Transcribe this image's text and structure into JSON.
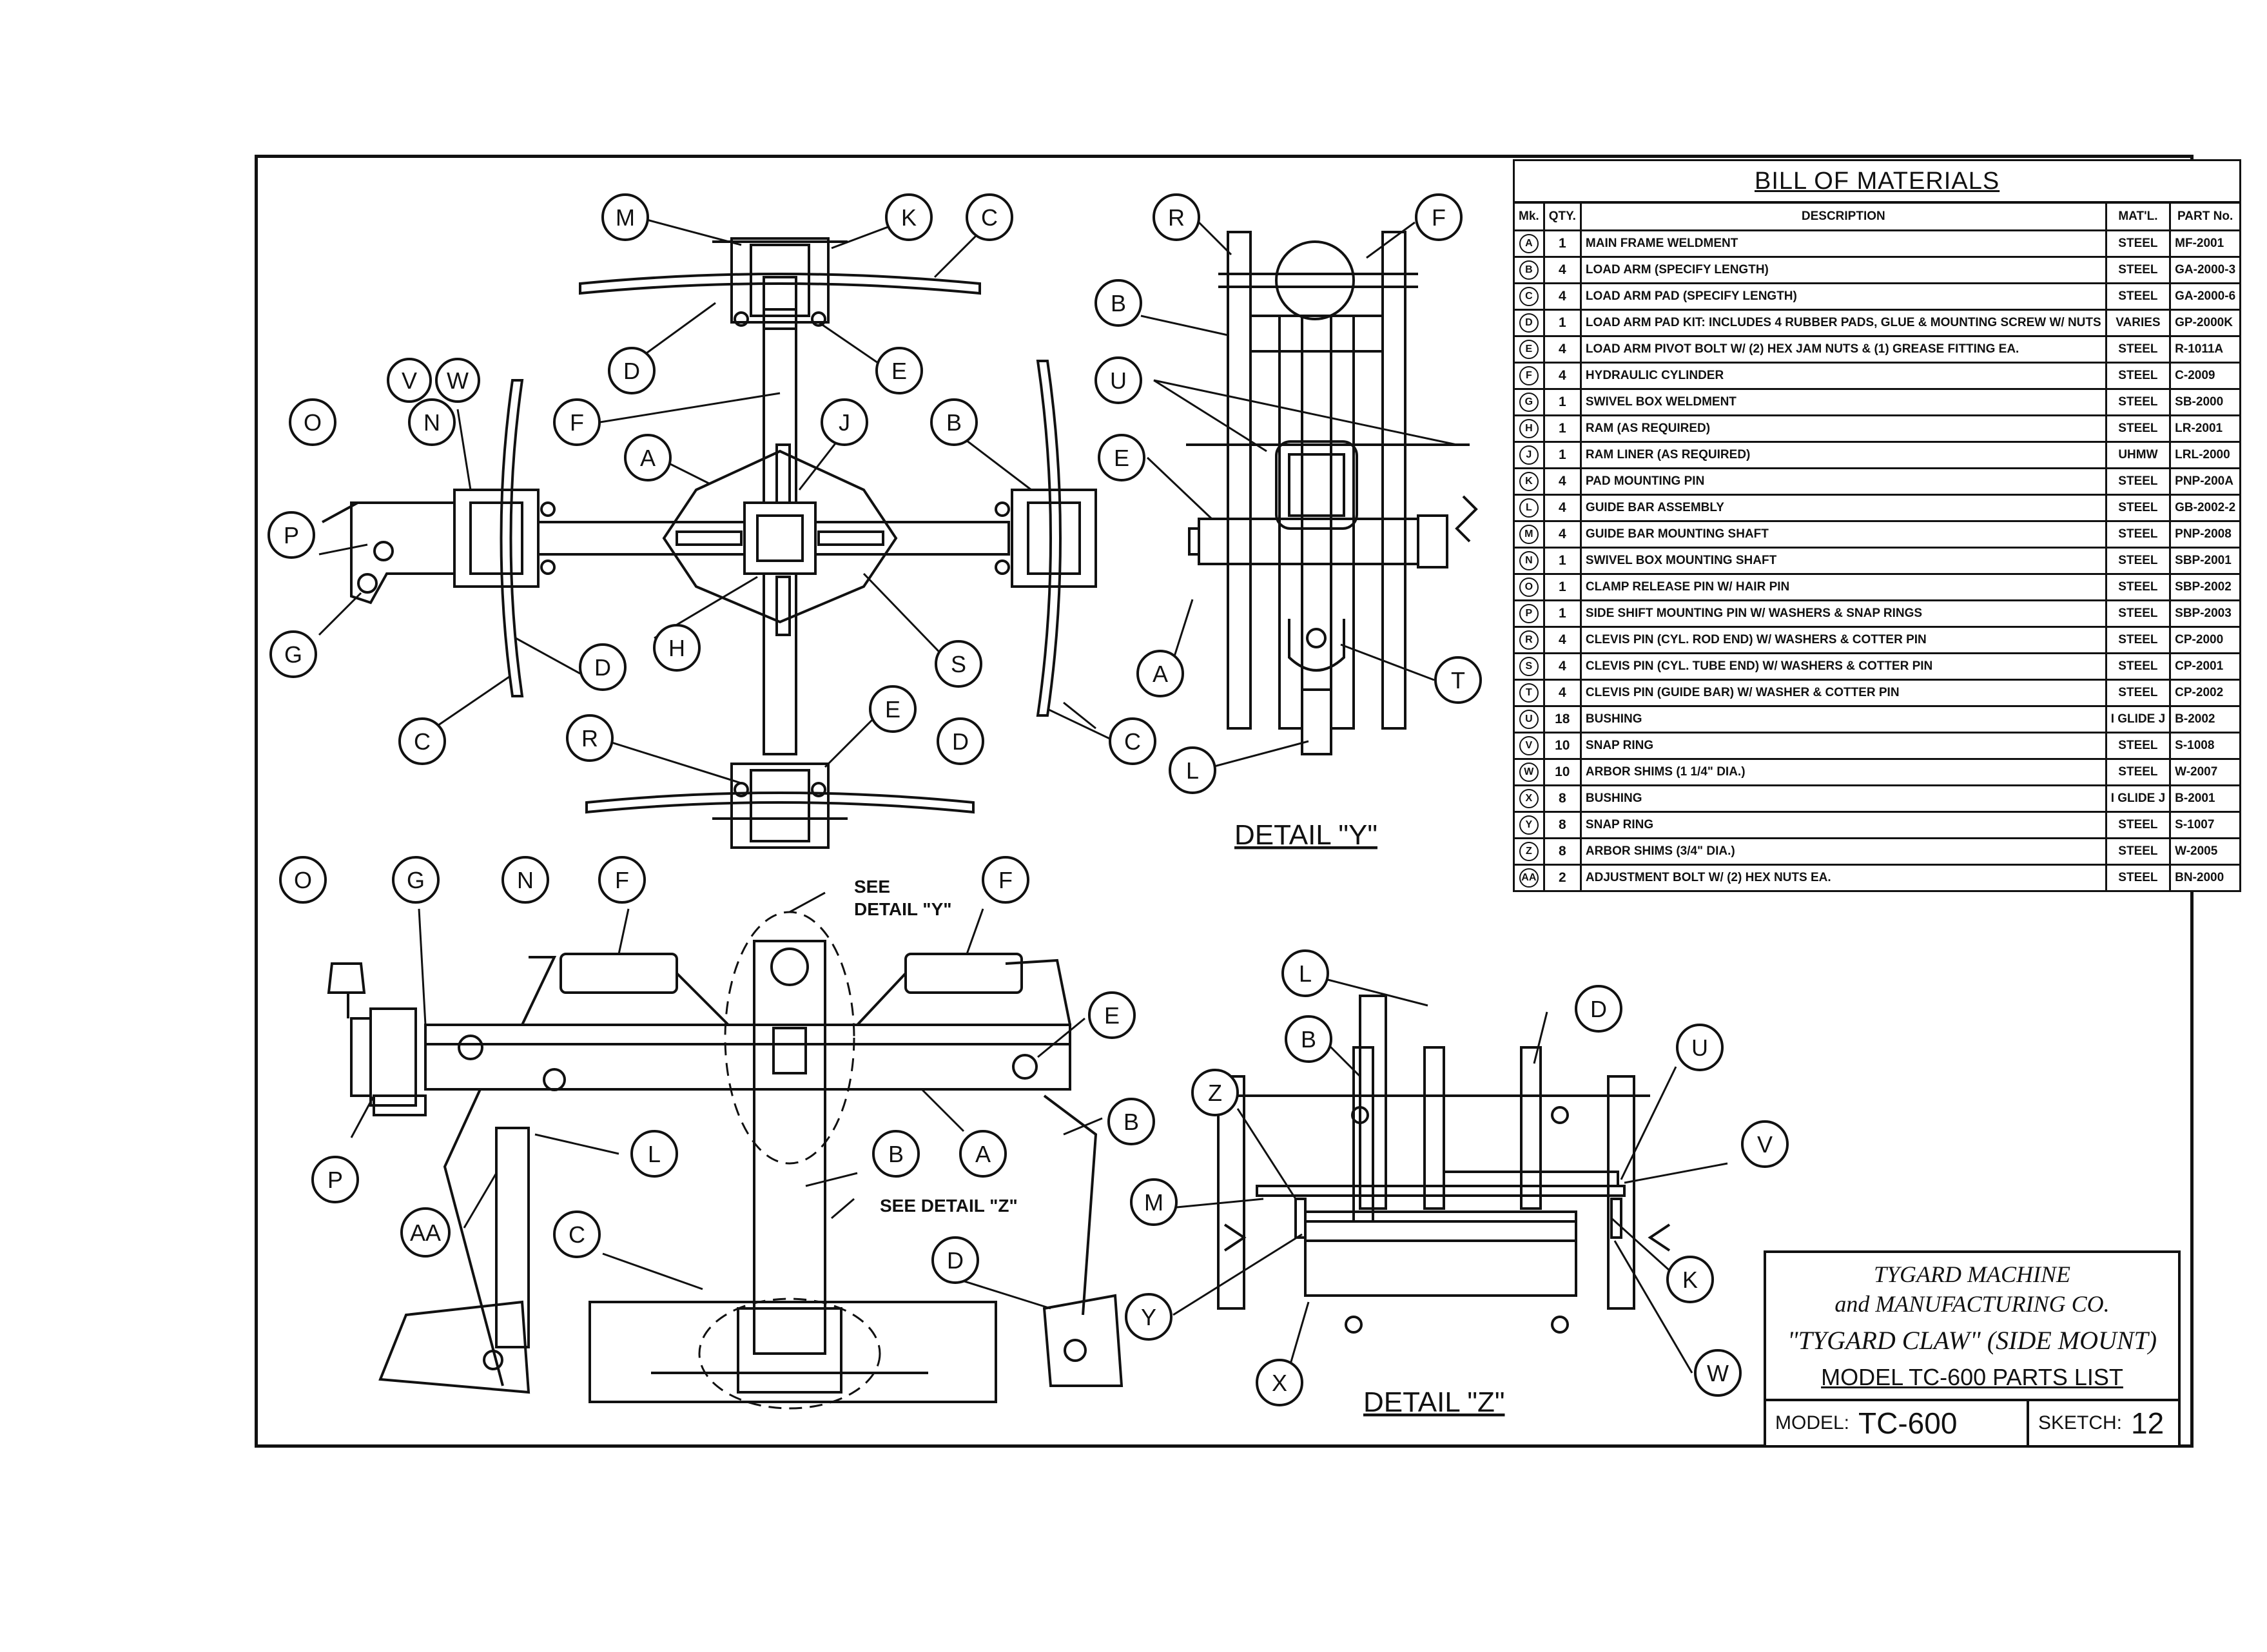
{
  "bom": {
    "title": "BILL OF MATERIALS",
    "columns": [
      "Mk.",
      "QTY.",
      "DESCRIPTION",
      "MAT'L.",
      "PART No."
    ],
    "rows": [
      {
        "mk": "A",
        "qty": "1",
        "desc": "MAIN FRAME WELDMENT",
        "mat": "STEEL",
        "part": "MF-2001"
      },
      {
        "mk": "B",
        "qty": "4",
        "desc": "LOAD ARM          (SPECIFY LENGTH)",
        "mat": "STEEL",
        "part": "GA-2000-3"
      },
      {
        "mk": "C",
        "qty": "4",
        "desc": "LOAD ARM PAD      (SPECIFY LENGTH)",
        "mat": "STEEL",
        "part": "GA-2000-6"
      },
      {
        "mk": "D",
        "qty": "1",
        "desc": "LOAD ARM PAD KIT: INCLUDES 4 RUBBER PADS, GLUE & MOUNTING SCREW w/ NUTS",
        "mat": "VARIES",
        "part": "GP-2000K"
      },
      {
        "mk": "E",
        "qty": "4",
        "desc": "LOAD ARM PIVOT BOLT w/ (2) HEX JAM NUTS & (1) GREASE FITTING EA.",
        "mat": "STEEL",
        "part": "R-1011A"
      },
      {
        "mk": "F",
        "qty": "4",
        "desc": "HYDRAULIC CYLINDER",
        "mat": "STEEL",
        "part": "C-2009"
      },
      {
        "mk": "G",
        "qty": "1",
        "desc": "SWIVEL BOX WELDMENT",
        "mat": "STEEL",
        "part": "SB-2000"
      },
      {
        "mk": "H",
        "qty": "1",
        "desc": "RAM               (AS REQUIRED)",
        "mat": "STEEL",
        "part": "LR-2001"
      },
      {
        "mk": "J",
        "qty": "1",
        "desc": "RAM LINER         (AS REQUIRED)",
        "mat": "UHMW",
        "part": "LRL-2000"
      },
      {
        "mk": "K",
        "qty": "4",
        "desc": "PAD MOUNTING PIN",
        "mat": "STEEL",
        "part": "PNP-200A"
      },
      {
        "mk": "L",
        "qty": "4",
        "desc": "GUIDE BAR ASSEMBLY",
        "mat": "STEEL",
        "part": "GB-2002-2"
      },
      {
        "mk": "M",
        "qty": "4",
        "desc": "GUIDE BAR MOUNTING SHAFT",
        "mat": "STEEL",
        "part": "PNP-2008"
      },
      {
        "mk": "N",
        "qty": "1",
        "desc": "SWIVEL BOX MOUNTING SHAFT",
        "mat": "STEEL",
        "part": "SBP-2001"
      },
      {
        "mk": "O",
        "qty": "1",
        "desc": "CLAMP RELEASE PIN w/ HAIR PIN",
        "mat": "STEEL",
        "part": "SBP-2002"
      },
      {
        "mk": "P",
        "qty": "1",
        "desc": "SIDE SHIFT MOUNTING PIN w/ WASHERS & SNAP RINGS",
        "mat": "STEEL",
        "part": "SBP-2003"
      },
      {
        "mk": "R",
        "qty": "4",
        "desc": "CLEVIS PIN (CYL. ROD END) w/ WASHERS & COTTER PIN",
        "mat": "STEEL",
        "part": "CP-2000"
      },
      {
        "mk": "S",
        "qty": "4",
        "desc": "CLEVIS PIN (CYL. TUBE END) w/ WASHERS & COTTER PIN",
        "mat": "STEEL",
        "part": "CP-2001"
      },
      {
        "mk": "T",
        "qty": "4",
        "desc": "CLEVIS PIN (GUIDE BAR) w/ WASHER & COTTER PIN",
        "mat": "STEEL",
        "part": "CP-2002"
      },
      {
        "mk": "U",
        "qty": "18",
        "desc": "BUSHING",
        "mat": "I GLIDE J",
        "part": "B-2002"
      },
      {
        "mk": "V",
        "qty": "10",
        "desc": "SNAP RING",
        "mat": "STEEL",
        "part": "S-1008"
      },
      {
        "mk": "W",
        "qty": "10",
        "desc": "ARBOR SHIMS (1 1/4\" DIA.)",
        "mat": "STEEL",
        "part": "W-2007"
      },
      {
        "mk": "X",
        "qty": "8",
        "desc": "BUSHING",
        "mat": "I GLIDE J",
        "part": "B-2001"
      },
      {
        "mk": "Y",
        "qty": "8",
        "desc": "SNAP RING",
        "mat": "STEEL",
        "part": "S-1007"
      },
      {
        "mk": "Z",
        "qty": "8",
        "desc": "ARBOR SHIMS (3/4\" DIA.)",
        "mat": "STEEL",
        "part": "W-2005"
      },
      {
        "mk": "AA",
        "qty": "2",
        "desc": "ADJUSTMENT BOLT w/ (2) HEX NUTS EA.",
        "mat": "STEEL",
        "part": "BN-2000"
      }
    ]
  },
  "title_block": {
    "company_line1": "TYGARD MACHINE",
    "company_line2": "and MANUFACTURING CO.",
    "product": "\"TYGARD CLAW\" (SIDE MOUNT)",
    "parts_list": "MODEL TC-600 PARTS LIST",
    "model_label": "MODEL:",
    "model_value": "TC-600",
    "sketch_label": "SKETCH:",
    "sketch_value": "12"
  },
  "notes": {
    "detail_y_title": "DETAIL \"Y\"",
    "detail_z_title": "DETAIL \"Z\"",
    "see_detail_y_1": "SEE",
    "see_detail_y_2": "DETAIL \"Y\"",
    "see_detail_z": "SEE DETAIL \"Z\""
  },
  "callouts": {
    "A": "A",
    "B": "B",
    "C": "C",
    "D": "D",
    "E": "E",
    "F": "F",
    "G": "G",
    "H": "H",
    "J": "J",
    "K": "K",
    "L": "L",
    "M": "M",
    "N": "N",
    "O": "O",
    "P": "P",
    "R": "R",
    "S": "S",
    "T": "T",
    "U": "U",
    "V": "V",
    "W": "W",
    "X": "X",
    "Y": "Y",
    "Z": "Z",
    "AA": "AA"
  }
}
